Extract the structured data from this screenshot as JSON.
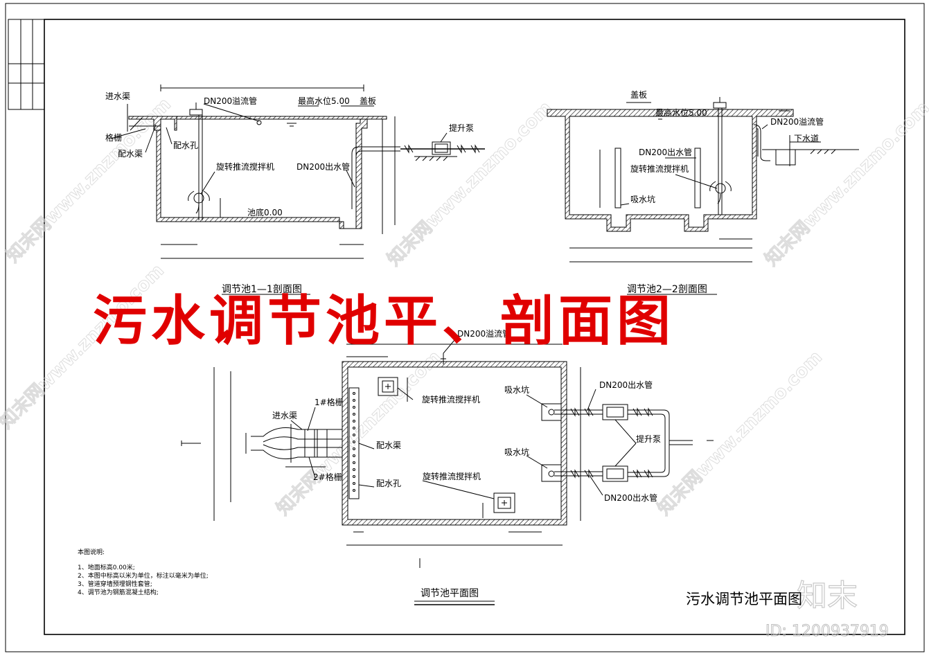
{
  "main_title": "污水调节池平、剖面图",
  "sheet_title": "污水调节池平面图",
  "section1": {
    "title": "调节池1—1剖面图",
    "labels": {
      "inlet_channel": "进水渠",
      "grille": "格栅",
      "distribution_channel": "配水渠",
      "distribution_hole": "配水孔",
      "overflow_pipe": "DN200溢流管",
      "max_water_level": "最高水位5.00",
      "cover_plate": "盖板",
      "lift_pump": "提升泵",
      "mixer": "旋转推流搅拌机",
      "outlet_pipe": "DN200出水管",
      "pool_bottom": "池底0.00"
    }
  },
  "section2": {
    "title": "调节池2—2剖面图",
    "labels": {
      "cover_plate": "盖板",
      "max_water_level": "最高水位5.00",
      "overflow_pipe": "DN200溢流管",
      "sewer": "下水道",
      "outlet_pipe": "DN200出水管",
      "mixer": "旋转推流搅拌机",
      "suction_pit": "吸水坑"
    }
  },
  "plan": {
    "title": "调节池平面图",
    "labels": {
      "overflow_pipe": "DN200溢流管",
      "mixer_top": "旋转推流搅拌机",
      "suction_pit_top": "吸水坑",
      "outlet_pipe_top": "DN200出水管",
      "grille_1": "1#格栅",
      "inlet_channel": "进水渠",
      "distribution_channel": "配水渠",
      "lift_pump": "提升泵",
      "grille_2": "2#格栅",
      "mixer_bottom": "旋转推流搅拌机",
      "suction_pit_bottom": "吸水坑",
      "distribution_hole": "配水孔",
      "outlet_pipe_bottom": "DN200出水管"
    }
  },
  "notes": {
    "heading": "本图说明:",
    "items": [
      "1、地面标高0.00米;",
      "2、本图中标高以米为单位，标注以毫米为单位;",
      "3、管道穿墙预埋钢性套管;",
      "4、调节池为钢筋混凝土结构;"
    ]
  },
  "watermark": {
    "site": "知末网www.znzmo.com",
    "logo": "知末",
    "id": "ID: 1200937919"
  }
}
